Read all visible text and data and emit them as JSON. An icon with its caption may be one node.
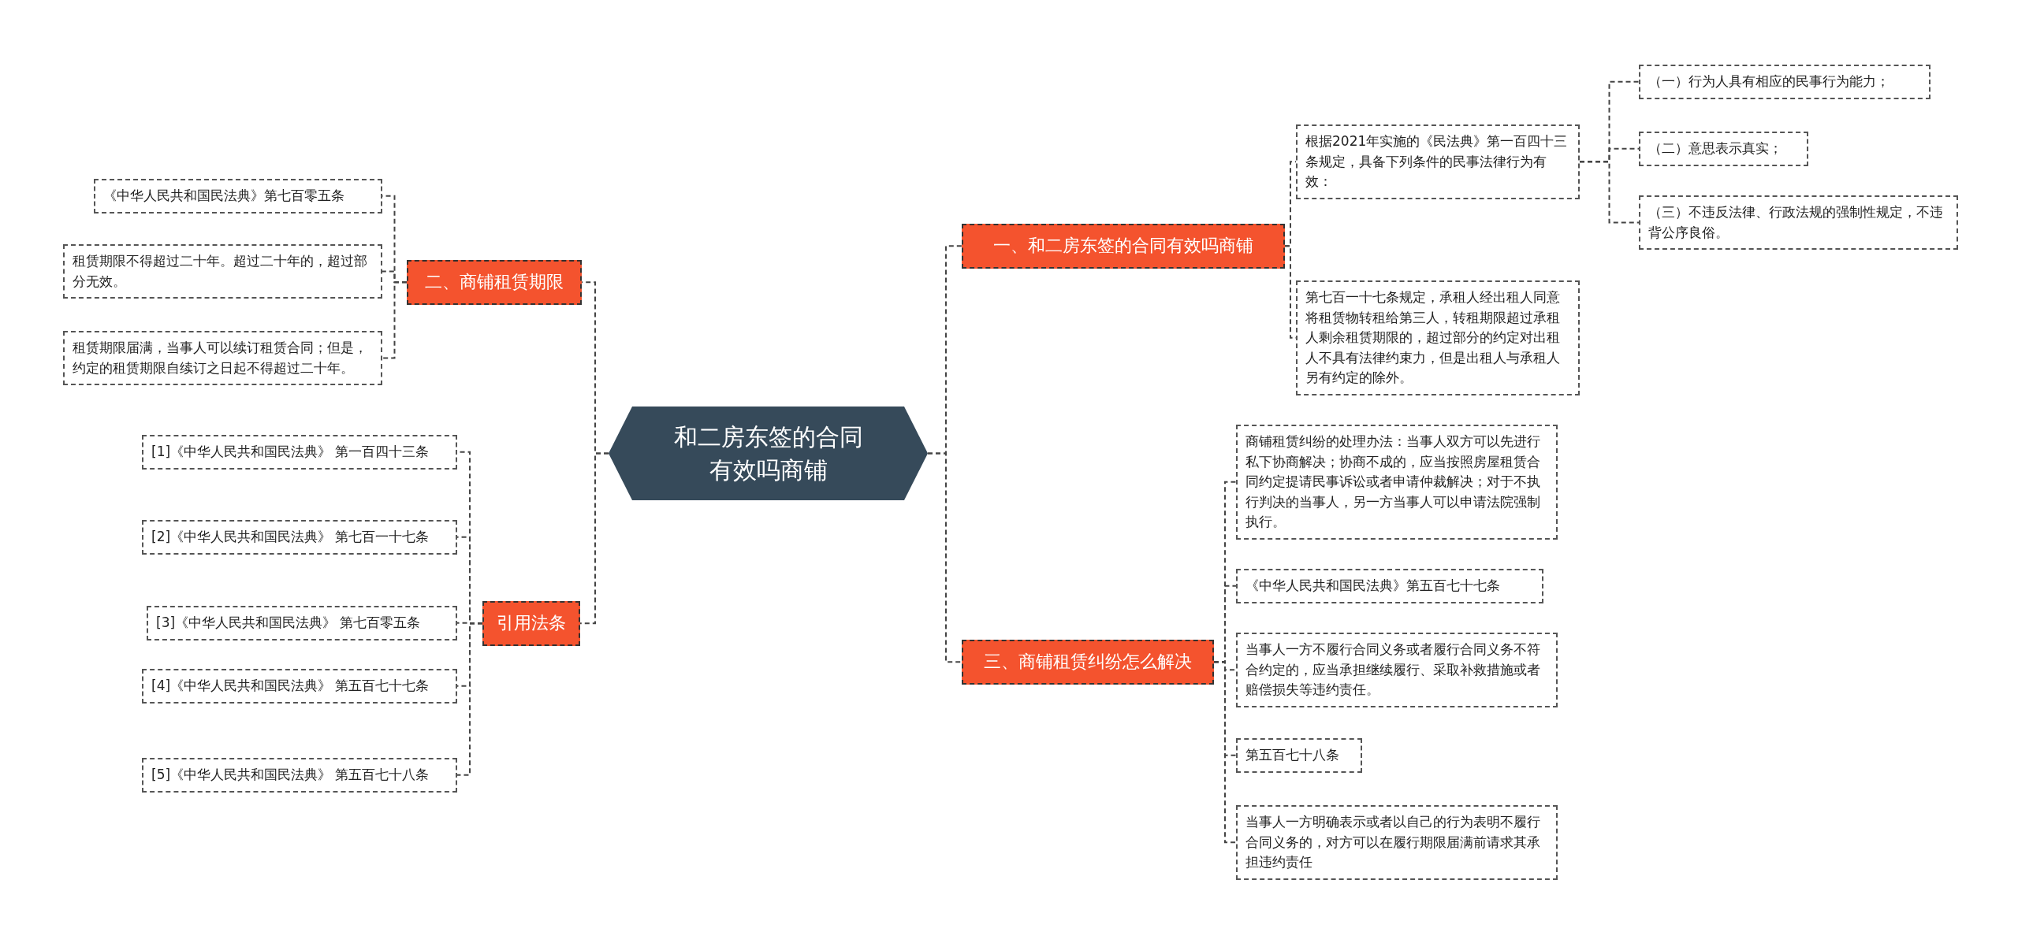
{
  "diagram": {
    "nodes": [
      {
        "text": [
          "和二房东签的合同有效吗商铺"
        ]
      },
      {
        "text": [
          "一、和二房东签的合同有效吗商铺"
        ]
      },
      {
        "text": [
          "根据2021年实施的《民法典》第一百四十三条规定，具备下列条件的民事法律行为有效："
        ]
      },
      {
        "text": [
          "（一）行为人具有相应的民事行为能力；"
        ]
      },
      {
        "text": [
          "（二）意思表示真实；"
        ]
      },
      {
        "text": [
          "（三）不违反法律、行政法规的强制性规定，不违背公序良俗。"
        ]
      },
      {
        "text": [
          "第七百一十七条规定，承租人经出租人同意将租赁物转租给第三人，转租期限超过承租人剩余租赁期限的，超过部分的约定对出租人不具有法律约束力，但是出租人与承租人另有约定的除外。"
        ]
      },
      {
        "text": [
          "三、商铺租赁纠纷怎么解决"
        ]
      },
      {
        "text": [
          "商铺租赁纠纷的处理办法：当事人双方可以先进行私下协商解决；协商不成的，应当按照房屋租赁合同约定提请民事诉讼或者申请仲裁解决；对于不执行判决的当事人，另一方当事人可以申请法院强制执行。"
        ]
      },
      {
        "text": [
          "《中华人民共和国民法典》第五百七十七条"
        ]
      },
      {
        "text": [
          "当事人一方不履行合同义务或者履行合同义务不符合约定的，应当承担继续履行、采取补救措施或者赔偿损失等违约责任。"
        ]
      },
      {
        "text": [
          "第五百七十八条"
        ]
      },
      {
        "text": [
          "当事人一方明确表示或者以自己的行为表明不履行合同义务的，对方可以在履行期限届满前请求其承担违约责任"
        ]
      },
      {
        "text": [
          "二、商铺租赁期限"
        ]
      },
      {
        "text": [
          "《中华人民共和国民法典》第七百零五条"
        ]
      },
      {
        "text": [
          "租赁期限不得超过二十年。超过二十年的，超过部分无效。"
        ]
      },
      {
        "text": [
          "租赁期限届满，当事人可以续订租赁合同；但是，约定的租赁期限自续订之日起不得超过二十年。"
        ]
      },
      {
        "text": [
          "引用法条"
        ]
      },
      {
        "text": [
          "[1]《中华人民共和国民法典》 第一百四十三条"
        ]
      },
      {
        "text": [
          "[2]《中华人民共和国民法典》 第七百一十七条"
        ]
      },
      {
        "text": [
          "[3]《中华人民共和国民法典》 第七百零五条"
        ]
      },
      {
        "text": [
          "[4]《中华人民共和国民法典》 第五百七十七条"
        ]
      },
      {
        "text": [
          "[5]《中华人民共和国民法典》 第五百七十八条"
        ]
      }
    ],
    "edges": [
      {
        "from": 0,
        "to": 1,
        "arrow": "none"
      },
      {
        "from": 1,
        "to": 2,
        "arrow": "none"
      },
      {
        "from": 2,
        "to": 3,
        "arrow": "none"
      },
      {
        "from": 2,
        "to": 4,
        "arrow": "none"
      },
      {
        "from": 2,
        "to": 5,
        "arrow": "none"
      },
      {
        "from": 1,
        "to": 6,
        "arrow": "none"
      },
      {
        "from": 0,
        "to": 7,
        "arrow": "none"
      },
      {
        "from": 7,
        "to": 8,
        "arrow": "none"
      },
      {
        "from": 7,
        "to": 9,
        "arrow": "none"
      },
      {
        "from": 7,
        "to": 10,
        "arrow": "none"
      },
      {
        "from": 7,
        "to": 11,
        "arrow": "none"
      },
      {
        "from": 7,
        "to": 12,
        "arrow": "none"
      },
      {
        "from": 0,
        "to": 13,
        "arrow": "none"
      },
      {
        "from": 13,
        "to": 14,
        "arrow": "none"
      },
      {
        "from": 13,
        "to": 15,
        "arrow": "none"
      },
      {
        "from": 13,
        "to": 16,
        "arrow": "none"
      },
      {
        "from": 0,
        "to": 17,
        "arrow": "none"
      },
      {
        "from": 17,
        "to": 18,
        "arrow": "none"
      },
      {
        "from": 17,
        "to": 19,
        "arrow": "none"
      },
      {
        "from": 17,
        "to": 20,
        "arrow": "none"
      },
      {
        "from": 17,
        "to": 21,
        "arrow": "none"
      },
      {
        "from": 17,
        "to": 22,
        "arrow": "none"
      }
    ]
  }
}
